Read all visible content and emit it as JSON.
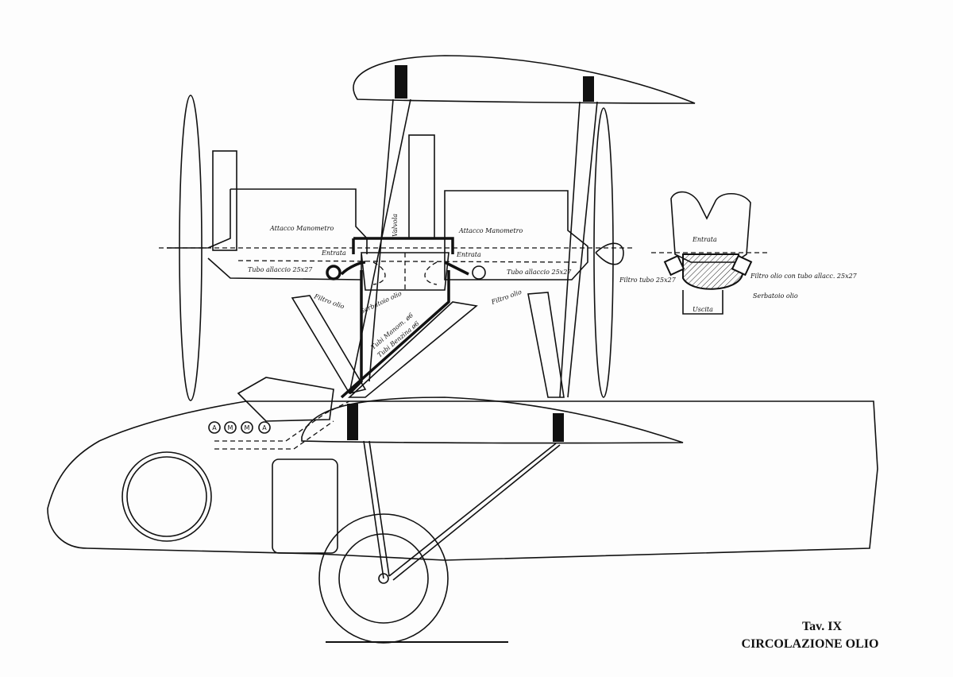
{
  "labels": {
    "attacco_manometro_left": "Attacco Manometro",
    "attacco_manometro_right": "Attacco Manometro",
    "entrata_left": "Entrata",
    "entrata_right": "Entrata",
    "tubo_left": "Tubo allaccio 25x27",
    "tubo_right": "Tubo allaccio 25x27",
    "filtro_olio_left": "Filtro olio",
    "filtro_olio_right": "Filtro olio",
    "valvola": "Valvola",
    "serbatoio_olio": "Serbatoio olio",
    "tubi_manometro": "Tubi Manom. ø6",
    "tubi_benzina": "Tubi Benzina ø6",
    "end_entrata": "Entrata",
    "end_filtro_tubo": "Filtro tubo 25x27",
    "end_filtro_olio": "Filtro olio con tubo allacc. 25x27",
    "end_serbatoio": "Serbatoio olio",
    "end_uscita": "Uscita"
  },
  "gauges": [
    "A",
    "M",
    "M",
    "A"
  ],
  "caption": {
    "plate": "Tav. IX",
    "title": "CIRCOLAZIONE OLIO"
  }
}
